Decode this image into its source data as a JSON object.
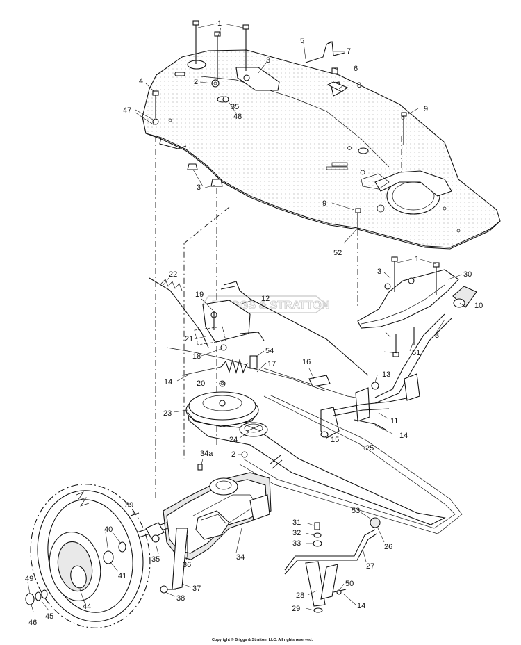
{
  "copyright": "Copyright © Briggs & Stratton, LLC. All rights reserved.",
  "watermark": "BRIGGS & STRATTON",
  "labels": [
    "1",
    "5",
    "7",
    "3",
    "6",
    "2",
    "4",
    "8",
    "35",
    "48",
    "47",
    "9",
    "3",
    "9",
    "52",
    "1",
    "30",
    "3",
    "22",
    "19",
    "12",
    "10",
    "21",
    "3",
    "18",
    "54",
    "51",
    "14",
    "17",
    "16",
    "13",
    "20",
    "23",
    "11",
    "14",
    "24",
    "15",
    "25",
    "34a",
    "2",
    "39",
    "40",
    "53",
    "31",
    "32",
    "26",
    "33",
    "41",
    "35",
    "36",
    "27",
    "34",
    "50",
    "37",
    "49",
    "28",
    "38",
    "14",
    "44",
    "45",
    "46",
    "29"
  ]
}
